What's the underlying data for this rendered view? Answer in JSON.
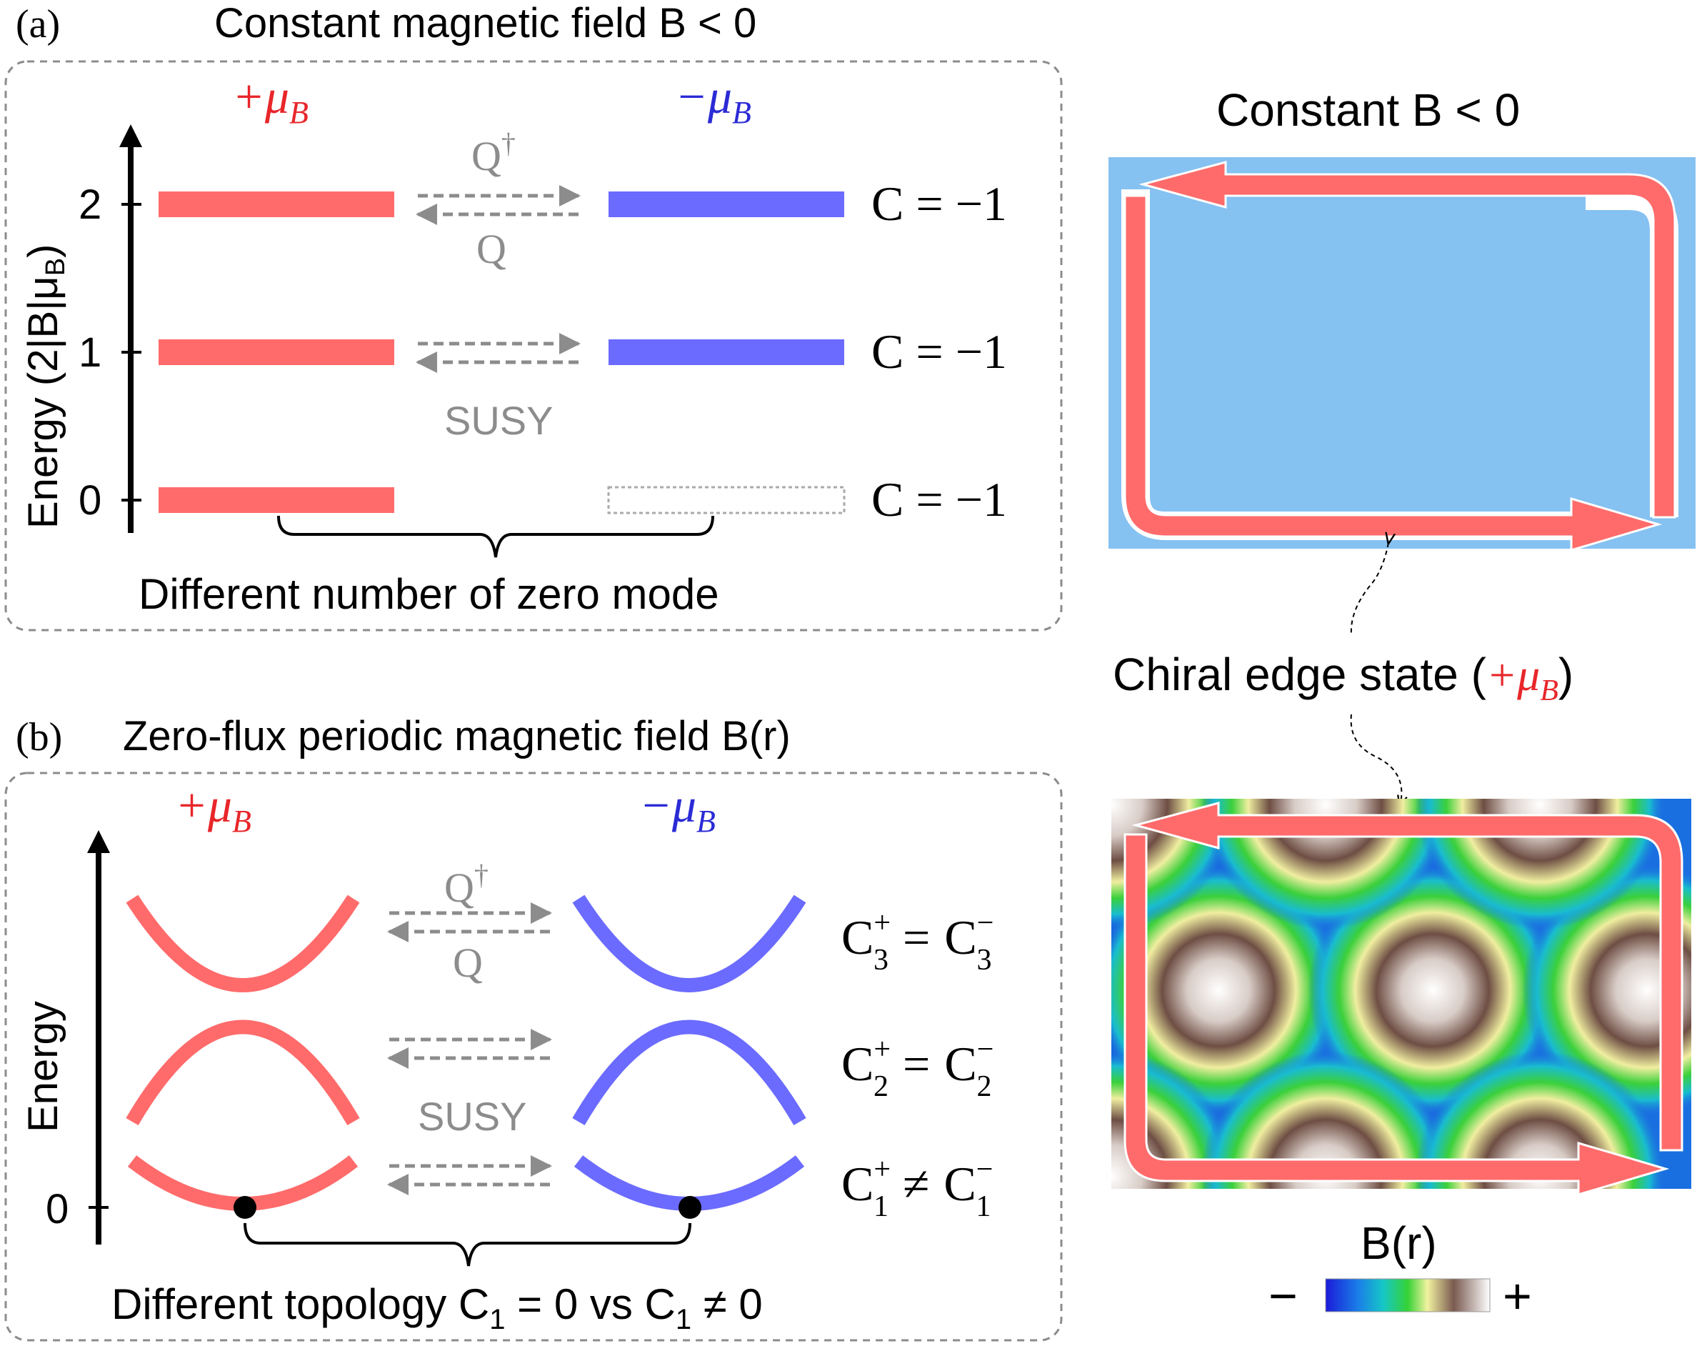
{
  "panel_a": {
    "label": "(a)",
    "title": "Constant magnetic field B < 0",
    "plus_label": "+μ",
    "minus_label": "−μ",
    "mu_sub": "B",
    "y_axis_label": "Energy (2|B|μ",
    "y_axis_label_sub": "B",
    "y_axis_label_end": ")",
    "ticks": [
      "2",
      "1",
      "0"
    ],
    "q_dagger": "Q",
    "dagger": "†",
    "q": "Q",
    "susy": "SUSY",
    "chern_labels": [
      "C = −1",
      "C = −1",
      "C = −1"
    ],
    "bottom_note": "Different number of zero mode"
  },
  "panel_b": {
    "label": "(b)",
    "title": "Zero-flux periodic magnetic field B(r)",
    "plus_label": "+μ",
    "minus_label": "−μ",
    "mu_sub": "B",
    "y_axis_label": "Energy",
    "zero_tick": "0",
    "q_dagger": "Q",
    "dagger": "†",
    "q": "Q",
    "susy": "SUSY",
    "chern_relations": [
      {
        "sub": "3",
        "op": "="
      },
      {
        "sub": "2",
        "op": "="
      },
      {
        "sub": "1",
        "op": "≠"
      }
    ],
    "chern_letter": "C",
    "sup_plus": "+",
    "sup_minus": "−",
    "bottom_note_pre": "Different topology C",
    "bottom_note_sub1": "1",
    "bottom_note_mid": " = 0 vs C",
    "bottom_note_sub2": "1",
    "bottom_note_end": " ≠ 0"
  },
  "right": {
    "top_title": "Constant B < 0",
    "edge_state_text": "Chiral edge state (",
    "edge_state_mu": "+μ",
    "edge_state_sub": "B",
    "edge_state_end": ")",
    "colorbar_title": "B(r)",
    "colorbar_minus": "−",
    "colorbar_plus": "+"
  },
  "colors": {
    "plus_red": "#ff6b6b",
    "minus_blue": "#6b6bff",
    "label_red": "#e8262a",
    "label_blue": "#2b2bd6",
    "gray": "#8c8c8c",
    "light_blue_bg": "#85c1f1"
  }
}
